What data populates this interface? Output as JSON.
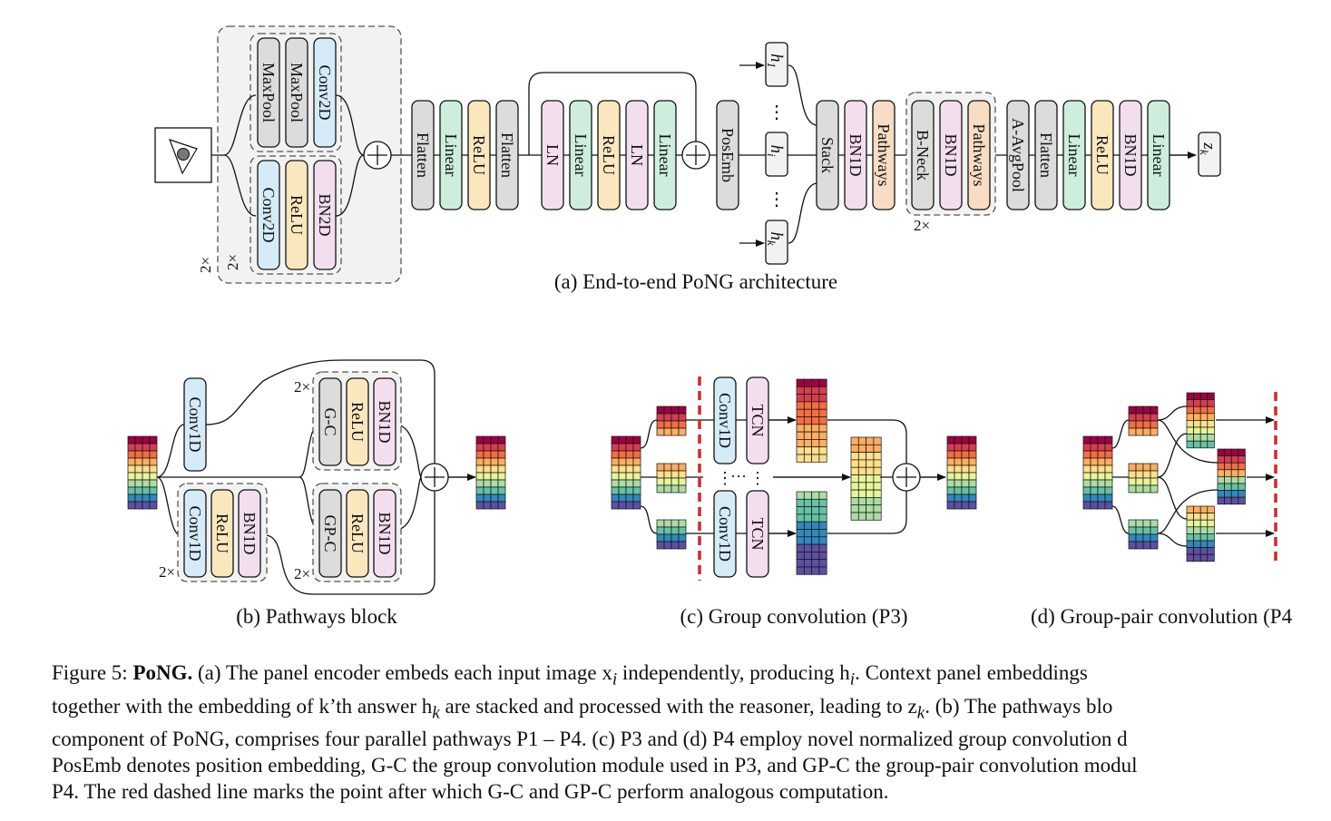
{
  "colors": {
    "gray": "#dcdcdc",
    "green": "#cdeedd",
    "yellow": "#fbe7bd",
    "pink": "#f3deef",
    "blue": "#d6ebf8",
    "orange": "#f8dcc3",
    "panel_bg": "#f2f2f2",
    "red_dash": "#d62728"
  },
  "panel_a": {
    "caption": "(a) End-to-end PoNG architecture",
    "encoder_top": [
      "MaxPool",
      "MaxPool",
      "Conv2D"
    ],
    "encoder_bottom": [
      "Conv2D",
      "ReLU",
      "BN2D"
    ],
    "repeat_inner": "2×",
    "repeat_outer": "2×",
    "chain1": [
      "Flatten",
      "Linear",
      "ReLU",
      "Flatten"
    ],
    "chain2": [
      "LN",
      "Linear",
      "ReLU",
      "LN",
      "Linear"
    ],
    "posemb": "PosEmb",
    "h_labels": [
      "h",
      "h",
      "h"
    ],
    "h_subs": [
      "1",
      "i",
      "k"
    ],
    "dots": "⋮",
    "reasoner": [
      "Stack",
      "BN1D",
      "Pathways"
    ],
    "bottleneck": [
      "B-Neck",
      "BN1D",
      "Pathways"
    ],
    "repeat_bneck": "2×",
    "head": [
      "A-AvgPool",
      "Flatten",
      "Linear",
      "ReLU",
      "BN1D",
      "Linear"
    ],
    "output": "z",
    "output_sub": "k"
  },
  "panel_b": {
    "caption": "(b) Pathways block",
    "conv": "Conv1D",
    "gc_chain": [
      "G-C",
      "ReLU",
      "BN1D"
    ],
    "gpc_chain": [
      "GP-C",
      "ReLU",
      "BN1D"
    ],
    "conv_chain": [
      "Conv1D",
      "ReLU",
      "BN1D"
    ],
    "repeat_labels": [
      "2×",
      "2×",
      "2×"
    ]
  },
  "panel_c": {
    "caption": "(c) Group convolution (P3)",
    "boxes": [
      "Conv1D",
      "TCN",
      "Conv1D",
      "TCN"
    ],
    "dots_v": "⋮",
    "dots_h": "···"
  },
  "panel_d": {
    "caption": "(d) Group-pair convolution (P4"
  },
  "caption": {
    "label": "Figure 5:",
    "title": "PoNG.",
    "lines": [
      " (a) The panel encoder embeds each input image x",
      "together with the embedding of k’th answer h",
      "component of PoNG, comprises four parallel pathways P1 – P4.  (c) P3 and (d) P4 employ novel normalized group convolution d",
      "PosEmb denotes position embedding, G-C the group convolution module used in P3, and GP-C the group-pair convolution modul",
      "P4. The red dashed line marks the point after which G-C and GP-C perform analogous computation."
    ],
    "line1_sub": "i",
    "line1_mid": " independently, producing h",
    "line1_sub2": "i",
    "line1_end": ".  Context panel embeddings",
    "line2_sub": "k",
    "line2_mid": " are stacked and processed with the reasoner, leading to z",
    "line2_sub2": "k",
    "line2_end": ".  (b) The pathways blo"
  }
}
